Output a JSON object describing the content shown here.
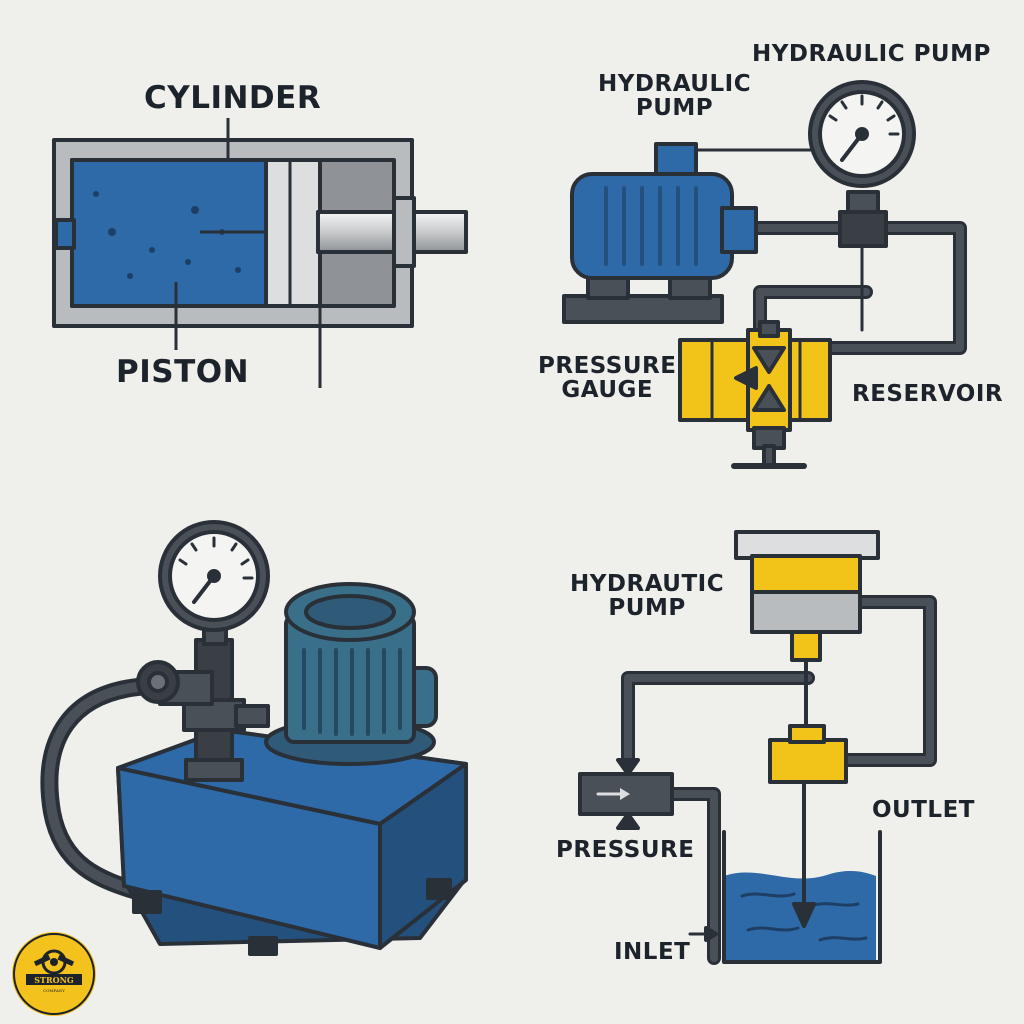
{
  "labels": {
    "cylinder": "CYLINDER",
    "piston": "PISTON",
    "hydraulic_pump_top": "HYDRAULIC PUMP",
    "hydraulic_pump_left": "HYDRAULIC\nPUMP",
    "pressure_gauge": "PRESSURE\nGAUGE",
    "reservoir": "RESERVOIR",
    "hydrautic_pump": "HYDRAUTIC\nPUMP",
    "outlet": "OUTLET",
    "pressure": "PRESSURE",
    "inlet": "INLET"
  },
  "logo": {
    "title": "STRONG MACHINE",
    "subtitle": "COMPANY"
  },
  "colors": {
    "outline": "#2a3038",
    "blue": "#2e6aa8",
    "blue_dark": "#24507e",
    "teal": "#3a6f8a",
    "yellow": "#f2c419",
    "gray": "#b9bcbf",
    "pipe": "#4a5058",
    "background": "#efefec"
  }
}
